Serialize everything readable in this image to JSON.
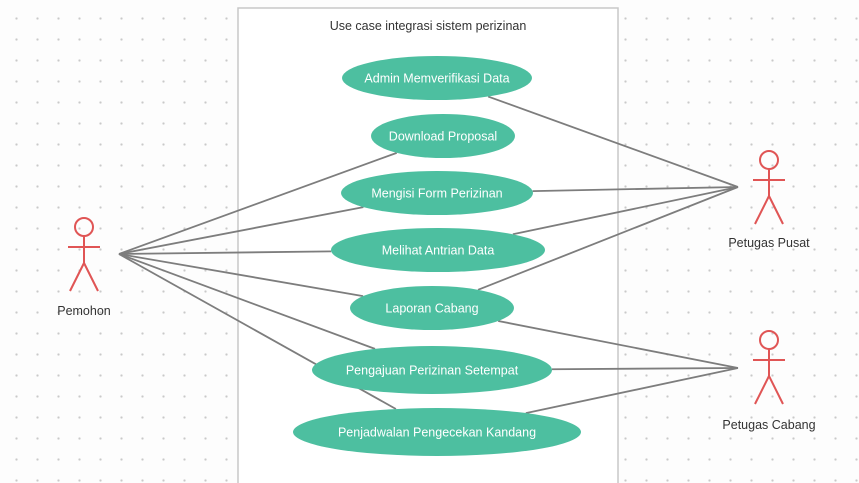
{
  "diagram": {
    "system_title": "Use case integrasi sistem perizinan",
    "colors": {
      "use_case_fill": "#4dbfa0",
      "actor_stroke": "#e05555",
      "line": "#7d7d7d",
      "system_border": "#c8c8c8"
    },
    "actors": [
      {
        "id": "pemohon",
        "label": "Pemohon"
      },
      {
        "id": "pusat",
        "label": "Petugas Pusat"
      },
      {
        "id": "cabang",
        "label": "Petugas Cabang"
      }
    ],
    "use_cases": [
      {
        "id": "uc1",
        "label": "Admin Memverifikasi Data"
      },
      {
        "id": "uc2",
        "label": "Download Proposal"
      },
      {
        "id": "uc3",
        "label": "Mengisi Form Perizinan"
      },
      {
        "id": "uc4",
        "label": "Melihat Antrian Data"
      },
      {
        "id": "uc5",
        "label": "Laporan Cabang"
      },
      {
        "id": "uc6",
        "label": "Pengajuan Perizinan Setempat"
      },
      {
        "id": "uc7",
        "label": "Penjadwalan Pengecekan Kandang"
      }
    ],
    "associations": [
      {
        "actor": "pemohon",
        "use_case": "uc2"
      },
      {
        "actor": "pemohon",
        "use_case": "uc3"
      },
      {
        "actor": "pemohon",
        "use_case": "uc4"
      },
      {
        "actor": "pemohon",
        "use_case": "uc5"
      },
      {
        "actor": "pemohon",
        "use_case": "uc6"
      },
      {
        "actor": "pemohon",
        "use_case": "uc7"
      },
      {
        "actor": "pusat",
        "use_case": "uc1"
      },
      {
        "actor": "pusat",
        "use_case": "uc3"
      },
      {
        "actor": "pusat",
        "use_case": "uc4"
      },
      {
        "actor": "pusat",
        "use_case": "uc5"
      },
      {
        "actor": "cabang",
        "use_case": "uc5"
      },
      {
        "actor": "cabang",
        "use_case": "uc6"
      },
      {
        "actor": "cabang",
        "use_case": "uc7"
      }
    ]
  }
}
